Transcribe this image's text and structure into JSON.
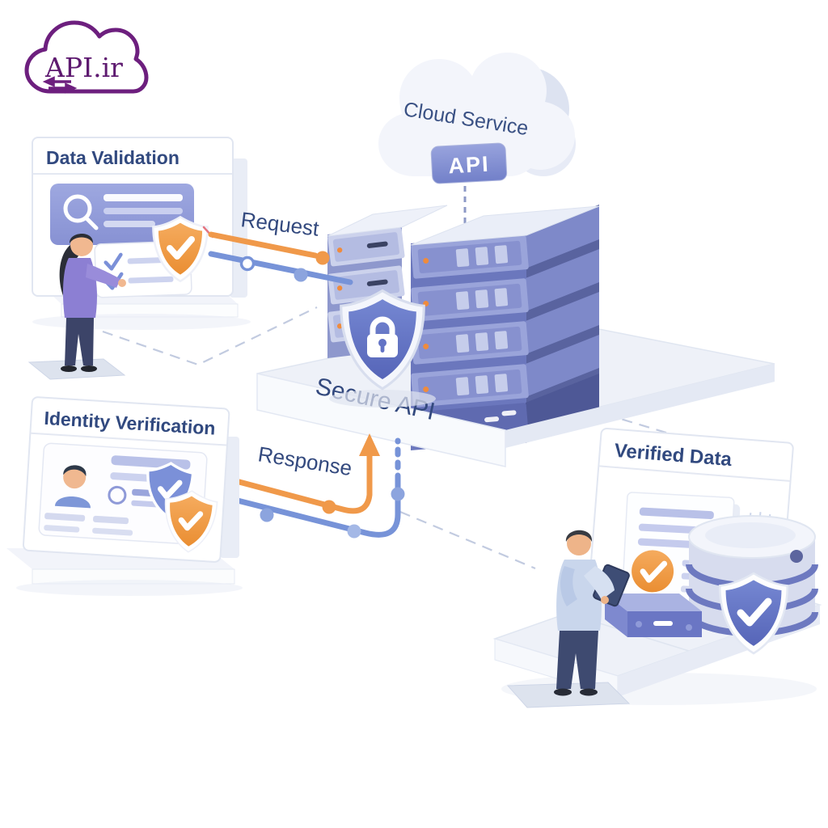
{
  "logo": {
    "brand": "API.ir",
    "color": "#5e1a70"
  },
  "cloud": {
    "label": "Cloud Service",
    "badge": "API"
  },
  "nodes": {
    "data_validation": {
      "title": "Data Validation"
    },
    "identity_verification": {
      "title": "Identity Verification"
    },
    "secure_api": {
      "title": "Secure API"
    },
    "verified_data": {
      "title": "Verified Data"
    }
  },
  "flows": {
    "request": {
      "label": "Request"
    },
    "response": {
      "label": "Response"
    }
  },
  "icons": {
    "logo_cloud": "cloud-outline-with-transfer-arrows",
    "search": "magnifying-glass",
    "validation_shield": "orange-shield-checkmark",
    "secure_lock": "blue-shield-padlock",
    "identity_shields": "blue-and-orange-shield-checkmarks",
    "verified_check": "orange-circle-checkmark",
    "database": "database-cylinder",
    "server": "server-stack"
  },
  "colors": {
    "title_text": "#31497f",
    "request_orange": "#f0994a",
    "response_blue": "#7793d8",
    "accent_purple": "#8a95d4",
    "shield_blue": "#6071c3",
    "logo_purple": "#5e1a70",
    "floor_dash": "#c2cbe0"
  }
}
